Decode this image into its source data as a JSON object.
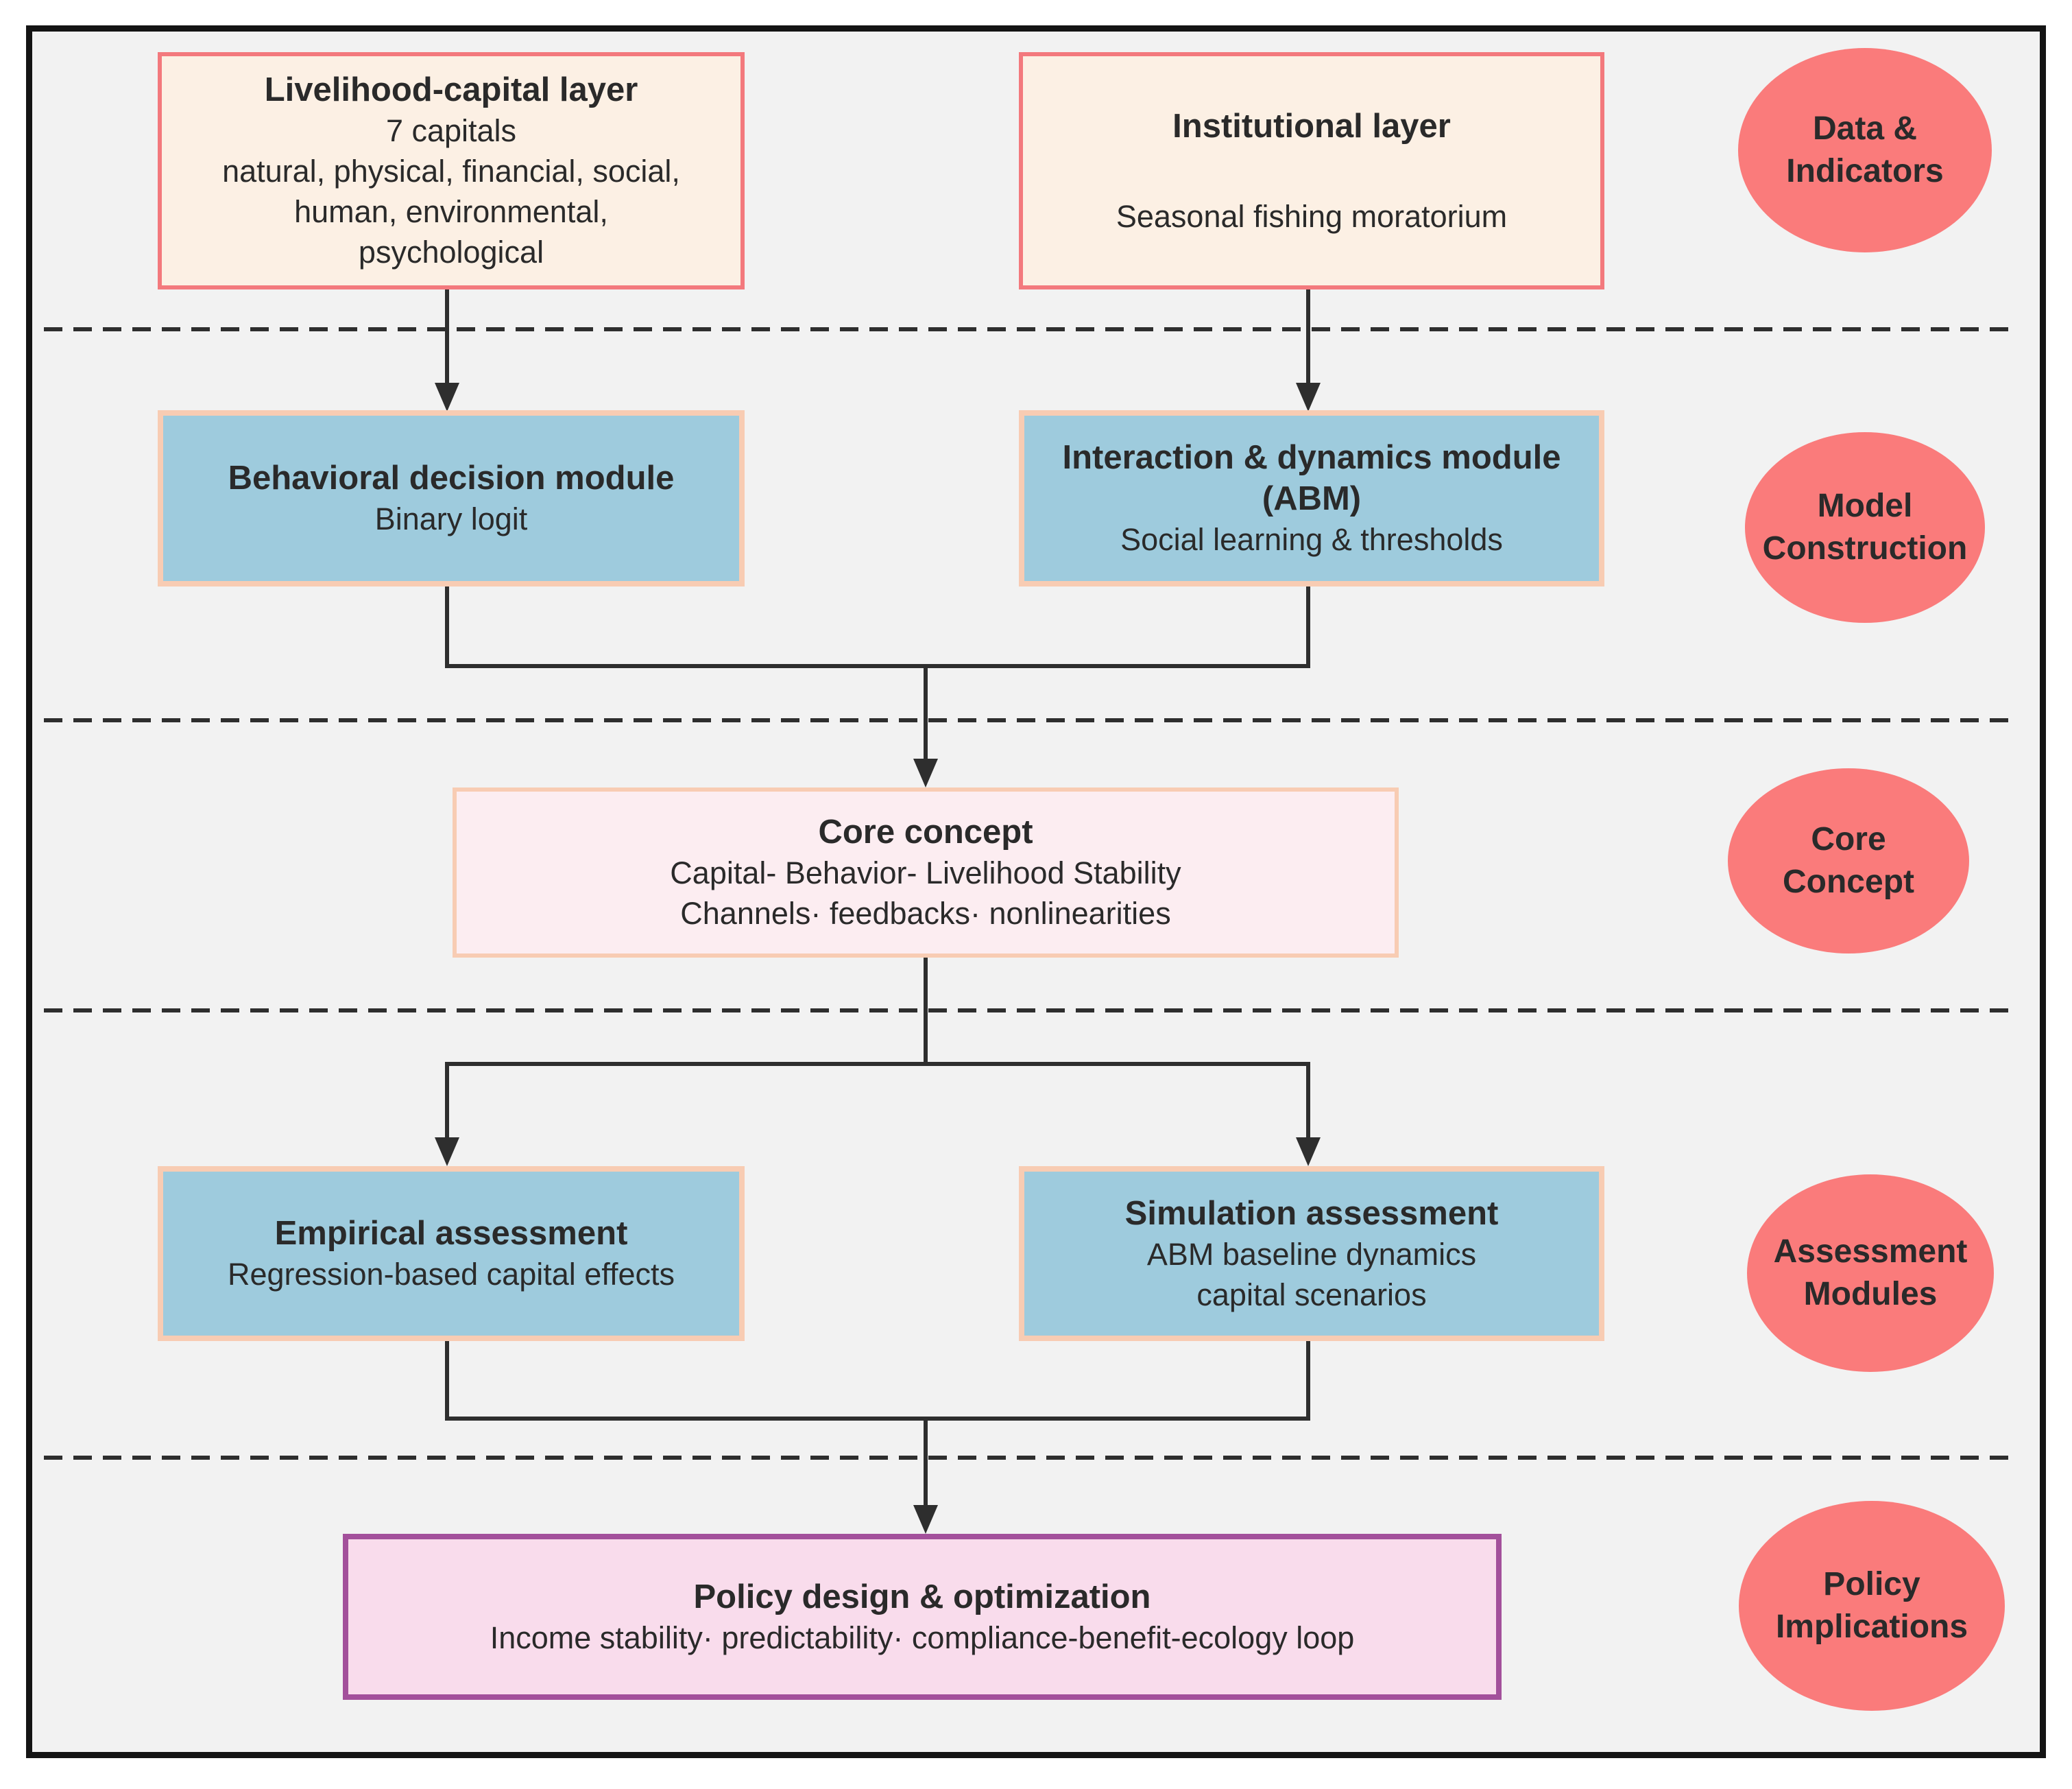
{
  "palette": {
    "panel_background": "#F2F2F2",
    "panel_border": "#141414",
    "cream_fill": "#FCF0E4",
    "cream_border": "#F3797D",
    "blue_fill": "#9ECBDD",
    "peach_border": "#F8CCB3",
    "core_fill": "#FCEDF1",
    "policy_fill": "#F9DCEC",
    "policy_border": "#A3509B",
    "stage_ellipse_fill": "#FA7B7B",
    "connector_color": "#2E2E2E",
    "text_color": "#2A2A2A"
  },
  "boxes": {
    "livelihood": {
      "title": "Livelihood-capital layer",
      "lines": [
        "7 capitals",
        "natural, physical, financial, social,",
        "human, environmental,",
        "psychological"
      ]
    },
    "institutional": {
      "title": "Institutional layer",
      "lines": [
        "Seasonal fishing moratorium"
      ]
    },
    "behavioral": {
      "title": "Behavioral decision module",
      "lines": [
        "Binary logit"
      ]
    },
    "interaction": {
      "title": "Interaction & dynamics module",
      "subtitle": "(ABM)",
      "lines": [
        "Social learning & thresholds"
      ]
    },
    "core": {
      "title": "Core concept",
      "lines": [
        "Capital- Behavior- Livelihood Stability",
        "Channels· feedbacks· nonlinearities"
      ]
    },
    "empirical": {
      "title": "Empirical assessment",
      "lines": [
        "Regression-based capital effects"
      ]
    },
    "simulation": {
      "title": "Simulation assessment",
      "lines": [
        "ABM baseline dynamics",
        "capital scenarios"
      ]
    },
    "policy": {
      "title": "Policy design & optimization",
      "lines": [
        "Income stability· predictability· compliance-benefit-ecology loop"
      ]
    }
  },
  "stages": [
    {
      "line1": "Data &",
      "line2": "Indicators"
    },
    {
      "line1": "Model",
      "line2": "Construction"
    },
    {
      "line1": "Core",
      "line2": "Concept"
    },
    {
      "line1": "Assessment",
      "line2": "Modules"
    },
    {
      "line1": "Policy",
      "line2": "Implications"
    }
  ]
}
